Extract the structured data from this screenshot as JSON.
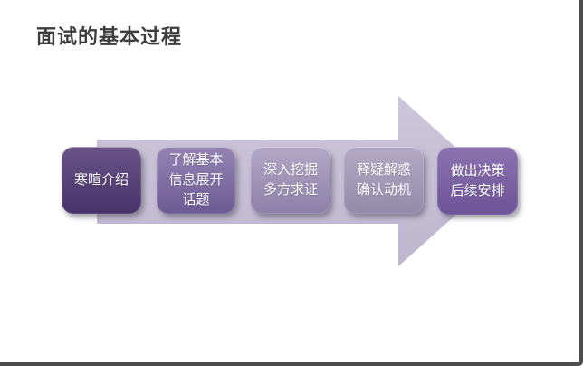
{
  "slide": {
    "title": "面试的基本过程",
    "background_color": "#ffffff",
    "frame_border_color": "#4d4d4d",
    "title_color": "#3d3d3d"
  },
  "diagram": {
    "type": "process-flow-right-arrow",
    "arrow": {
      "name": "right-arrow-shape",
      "color_top": "#cdc6da",
      "color_bottom": "#beb6cd"
    },
    "text_color": "#ffffff",
    "steps": [
      {
        "label": "寒暄介绍",
        "color_top": "#6a5487",
        "color_bottom": "#47336a"
      },
      {
        "label": "了解基本\n信息展开\n话题",
        "color_top": "#9484b2",
        "color_bottom": "#6d5a95"
      },
      {
        "label": "深入挖掘\n多方求证",
        "color_top": "#b2a8c6",
        "color_bottom": "#8c80a8"
      },
      {
        "label": "释疑解惑\n确认动机",
        "color_top": "#b3aac4",
        "color_bottom": "#938aab"
      },
      {
        "label": "做出决策\n后续安排",
        "color_top": "#8c73af",
        "color_bottom": "#6d5398"
      }
    ]
  }
}
